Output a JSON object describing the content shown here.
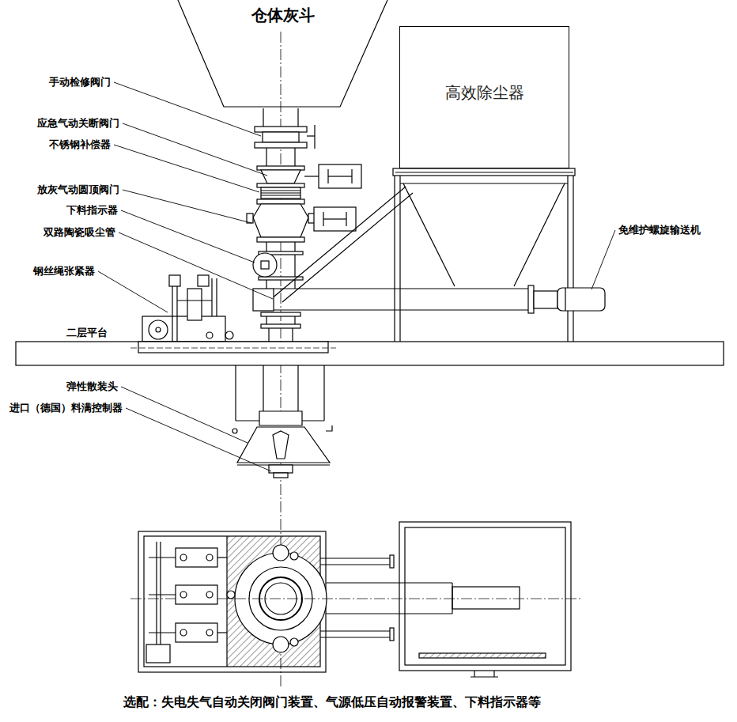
{
  "diagram": {
    "caption": "选配：失电失气自动关闭阀门装置、气源低压自动报警装置、下料指示器等",
    "nodes": [
      {
        "text": [
          "仓体灰斗"
        ]
      },
      {
        "text": [
          "高效除尘器"
        ]
      }
    ],
    "labels": [
      "手动检修阀门",
      "应急气动关断阀门",
      "不锈钢补偿器",
      "放灰气动圆顶阀门",
      "下料指示器",
      "双路陶瓷吸尘管",
      "钢丝绳张紧器",
      "二层平台",
      "弹性散装头",
      "进口（德国）料满控制器",
      "免维护螺旋输送机"
    ]
  }
}
